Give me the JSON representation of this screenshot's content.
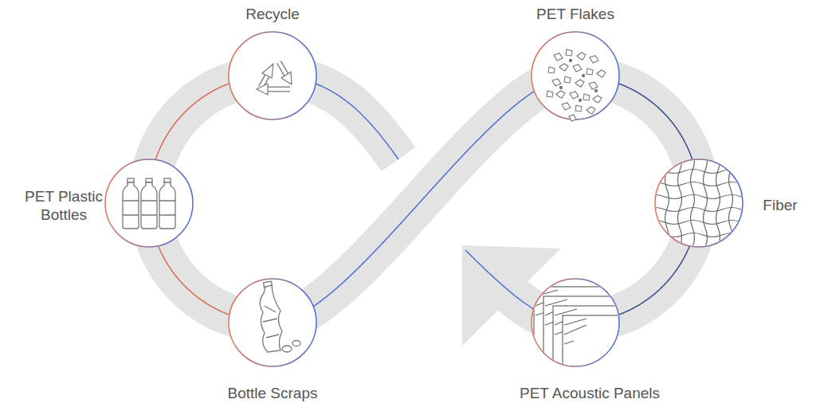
{
  "diagram": {
    "nodes": [
      {
        "text": [
          "Recycle"
        ]
      },
      {
        "text": [
          "PET Plastic Bottles"
        ]
      },
      {
        "text": [
          "Bottle Scraps"
        ]
      },
      {
        "text": [
          "PET Flakes"
        ]
      },
      {
        "text": [
          "Fiber"
        ]
      },
      {
        "text": [
          "PET Acoustic Panels"
        ]
      }
    ],
    "edges": [
      {
        "from": 0,
        "to": 1,
        "arrow": "none"
      },
      {
        "from": 1,
        "to": 2,
        "arrow": "none"
      },
      {
        "from": 2,
        "to": 3,
        "arrow": "none"
      },
      {
        "from": 3,
        "to": 4,
        "arrow": "none"
      },
      {
        "from": 4,
        "to": 5,
        "arrow": "none"
      }
    ]
  }
}
